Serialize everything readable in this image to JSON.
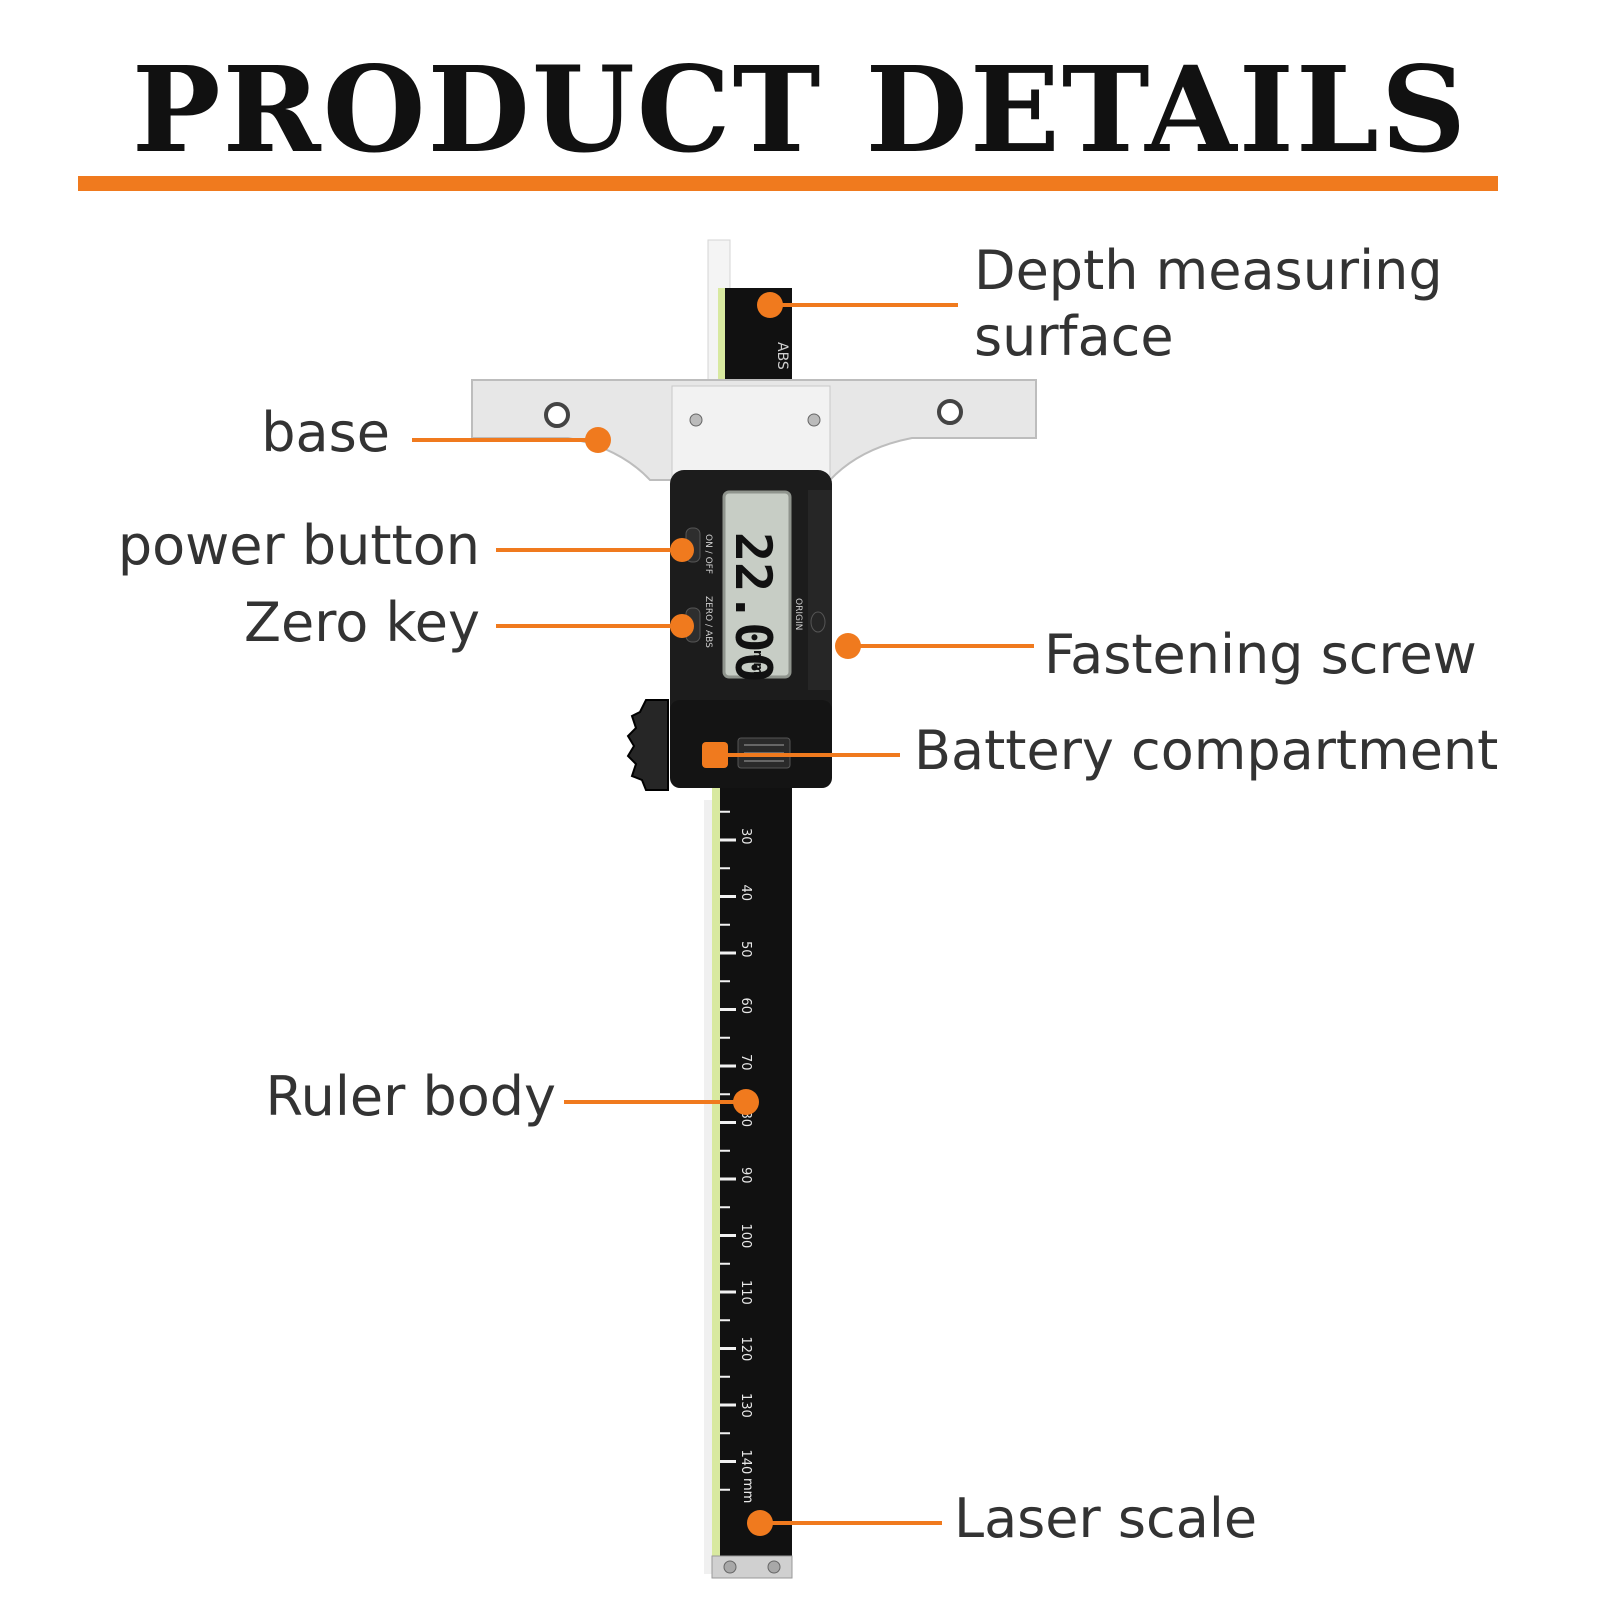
{
  "title": "PRODUCT DETAILS",
  "colors": {
    "accent": "#f07a1e",
    "ruler": "#111111",
    "ruler_edge": "#d8e9a0",
    "base_metal": "#e4e4e4",
    "body": "#1c1c1c",
    "lcd": "#c7cdc5",
    "label_text": "#333333"
  },
  "labels": {
    "depth_surface_line1": "Depth measuring",
    "depth_surface_line2": "surface",
    "base": "base",
    "power_button": "power button",
    "zero_key": "Zero key",
    "fastening_screw": "Fastening screw",
    "battery_compartment": "Battery compartment",
    "ruler_body": "Ruler body",
    "laser_scale": "Laser scale"
  },
  "device": {
    "reading": "22.00",
    "reading_unit": "mm",
    "on_off_label": "ON / OFF",
    "zero_abs_label": "ZERO / ABS",
    "origin_label": "ORIGIN",
    "abs_label": "ABS",
    "scale_unit": "mm",
    "scale_values": [
      30,
      40,
      50,
      60,
      70,
      80,
      90,
      100,
      110,
      120,
      130,
      140
    ]
  }
}
